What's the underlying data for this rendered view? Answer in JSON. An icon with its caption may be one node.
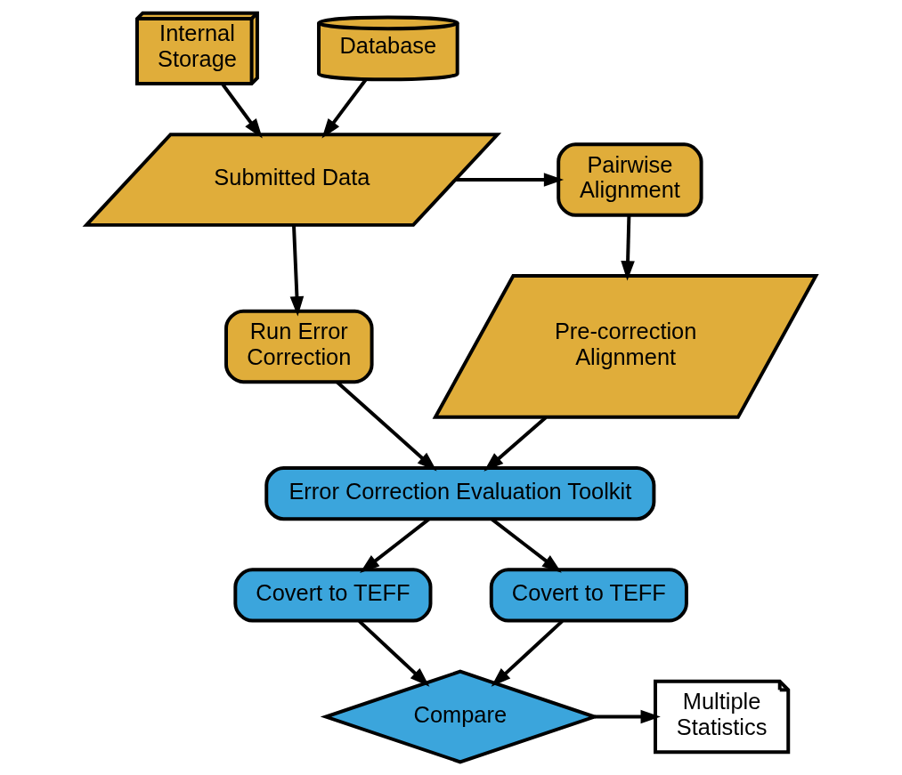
{
  "diagram": {
    "nodes": [
      {
        "text": [
          "Internal Storage"
        ]
      },
      {
        "text": [
          "Database"
        ]
      },
      {
        "text": [
          "Submitted Data"
        ]
      },
      {
        "text": [
          "Pairwise Alignment"
        ]
      },
      {
        "text": [
          "Run Error Correction"
        ]
      },
      {
        "text": [
          "Pre-correction Alignment"
        ]
      },
      {
        "text": [
          "Error Correction Evaluation Toolkit"
        ]
      },
      {
        "text": [
          "Covert to TEFF"
        ]
      },
      {
        "text": [
          "Covert to TEFF"
        ]
      },
      {
        "text": [
          "Compare"
        ]
      },
      {
        "text": [
          "Multiple Statistics"
        ]
      }
    ],
    "edges": [
      {
        "from": 0,
        "to": 2,
        "arrow": "to"
      },
      {
        "from": 1,
        "to": 2,
        "arrow": "to"
      },
      {
        "from": 2,
        "to": 3,
        "arrow": "to"
      },
      {
        "from": 2,
        "to": 4,
        "arrow": "to"
      },
      {
        "from": 3,
        "to": 5,
        "arrow": "to"
      },
      {
        "from": 4,
        "to": 6,
        "arrow": "to"
      },
      {
        "from": 5,
        "to": 6,
        "arrow": "to"
      },
      {
        "from": 6,
        "to": 7,
        "arrow": "to"
      },
      {
        "from": 6,
        "to": 8,
        "arrow": "to"
      },
      {
        "from": 7,
        "to": 9,
        "arrow": "to"
      },
      {
        "from": 8,
        "to": 9,
        "arrow": "to"
      },
      {
        "from": 9,
        "to": 10,
        "arrow": "to"
      }
    ]
  }
}
